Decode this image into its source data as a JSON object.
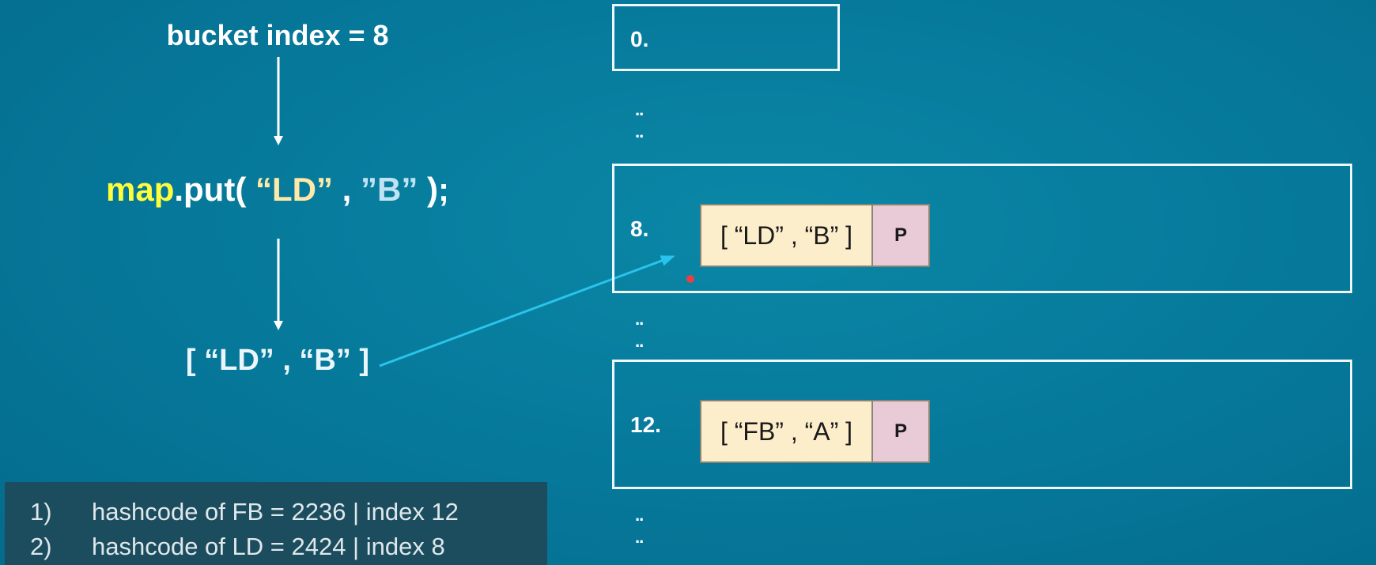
{
  "left": {
    "bucket_index": "bucket index = 8",
    "code": {
      "obj": "map",
      "call": ".put( ",
      "key": "“LD”",
      "sep": " , ",
      "value": "”B”",
      "end": " );"
    },
    "entry": "[ “LD” , “B” ]"
  },
  "buckets": [
    {
      "label": "0."
    },
    {
      "label": "8.",
      "node": {
        "kv": "[ “LD” , “B” ]",
        "p": "P"
      }
    },
    {
      "label": "12.",
      "node": {
        "kv": "[ “FB” , “A” ]",
        "p": "P"
      }
    }
  ],
  "dots": [
    "..",
    ".."
  ],
  "notes": [
    {
      "num": "1)",
      "text": "hashcode of FB = 2236  | index 12"
    },
    {
      "num": "2)",
      "text": "hashcode of LD = 2424  | index  8"
    }
  ],
  "colors": {
    "background": "#06789a",
    "map_keyword": "#ffff3c",
    "key_string": "#ffe9a8",
    "value_string": "#bfe3f2",
    "arrow": "#29c4ec",
    "node_kv_fill": "#fdeecb",
    "node_p_fill": "#e8cbd6",
    "note_panel": "#1b4d5e"
  }
}
